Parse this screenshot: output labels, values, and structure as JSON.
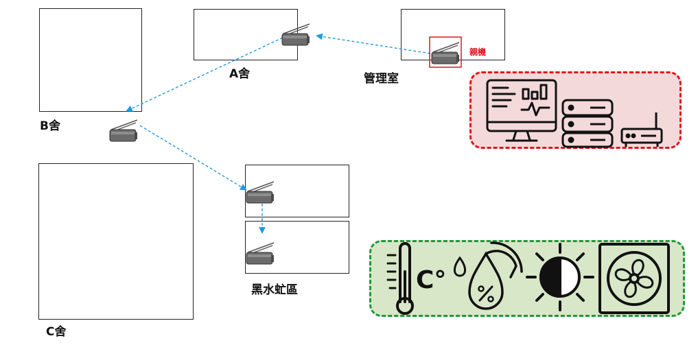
{
  "buildings": {
    "a_label": "A舍",
    "b_label": "B舍",
    "c_label": "C舍",
    "office_label": "管理室",
    "pond_label": "黑水虻區"
  },
  "parent_device_label": "親機",
  "sensor_panel": {
    "temp_unit": "C°"
  },
  "colors": {
    "link": "#1f9ae0",
    "parent_highlight": "#e0141e",
    "control_panel_fill": "#f3d9da",
    "control_panel_border": "#e0141e",
    "sensor_panel_fill": "#d8e7c8",
    "sensor_panel_border": "#1a9a3a",
    "device_body": "#6b6b6b"
  }
}
